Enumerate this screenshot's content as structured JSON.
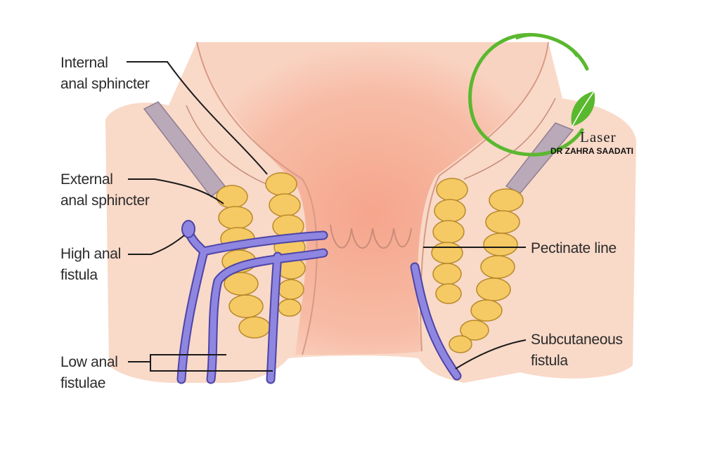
{
  "labels": {
    "internal_1": "Internal",
    "internal_2": "anal sphincter",
    "external_1": "External",
    "external_2": "anal sphincter",
    "high_1": "High anal",
    "high_2": "fistula",
    "low_1": "Low anal",
    "low_2": "fistulae",
    "pectinate": "Pectinate line",
    "subcut_1": "Subcutaneous",
    "subcut_2": "fistula"
  },
  "logo": {
    "title": "Laser",
    "subtitle": "DR ZAHRA SAADATI"
  },
  "colors": {
    "tissue": "#f8cfb9",
    "canal": "#f4b29a",
    "muscle": "#f5c964",
    "fistula": "#8e86e0",
    "logo_green": "#5ab82e"
  }
}
